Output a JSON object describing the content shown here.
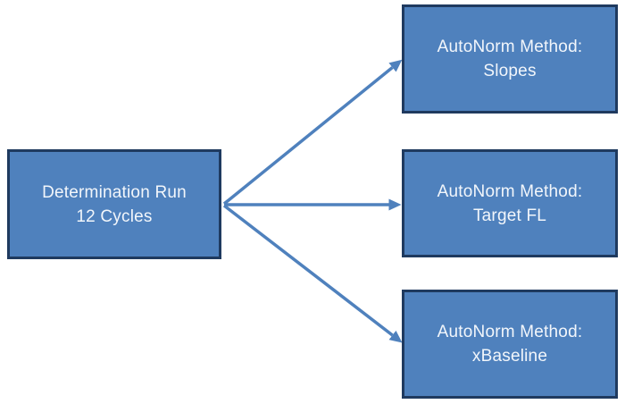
{
  "diagram": {
    "type": "flowchart",
    "source": {
      "id": "determination-run",
      "line1": "Determination Run",
      "line2": "12 Cycles"
    },
    "targets": [
      {
        "id": "autonorm-slopes",
        "line1": "AutoNorm Method:",
        "line2": "Slopes"
      },
      {
        "id": "autonorm-target-fl",
        "line1": "AutoNorm Method:",
        "line2": "Target FL"
      },
      {
        "id": "autonorm-xbaseline",
        "line1": "AutoNorm Method:",
        "line2": "xBaseline"
      }
    ],
    "edges": [
      {
        "from": "determination-run",
        "to": "autonorm-slopes"
      },
      {
        "from": "determination-run",
        "to": "autonorm-target-fl"
      },
      {
        "from": "determination-run",
        "to": "autonorm-xbaseline"
      }
    ],
    "colors": {
      "box_fill": "#4f81bd",
      "box_border": "#1f3a5f",
      "arrow": "#4f81bd",
      "text": "#f2f6fb",
      "background": "#ffffff"
    }
  }
}
